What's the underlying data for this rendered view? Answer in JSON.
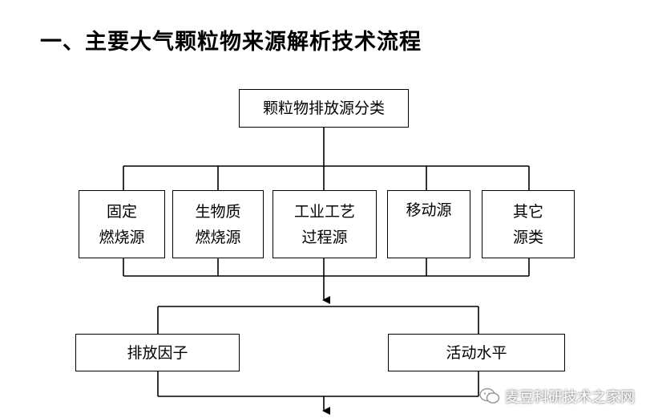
{
  "title": "一、主要大气颗粒物来源解析技术流程",
  "root": "颗粒物排放源分类",
  "sources": [
    {
      "line1": "固定",
      "line2": "燃烧源"
    },
    {
      "line1": "生物质",
      "line2": "燃烧源"
    },
    {
      "line1": "工业工艺",
      "line2": "过程源"
    },
    {
      "line1": "移动源",
      "line2": ""
    },
    {
      "line1": "其它",
      "line2": "源类"
    }
  ],
  "factors": {
    "left": "排放因子",
    "right": "活动水平"
  },
  "watermark": "麦豆科研技术之家网"
}
